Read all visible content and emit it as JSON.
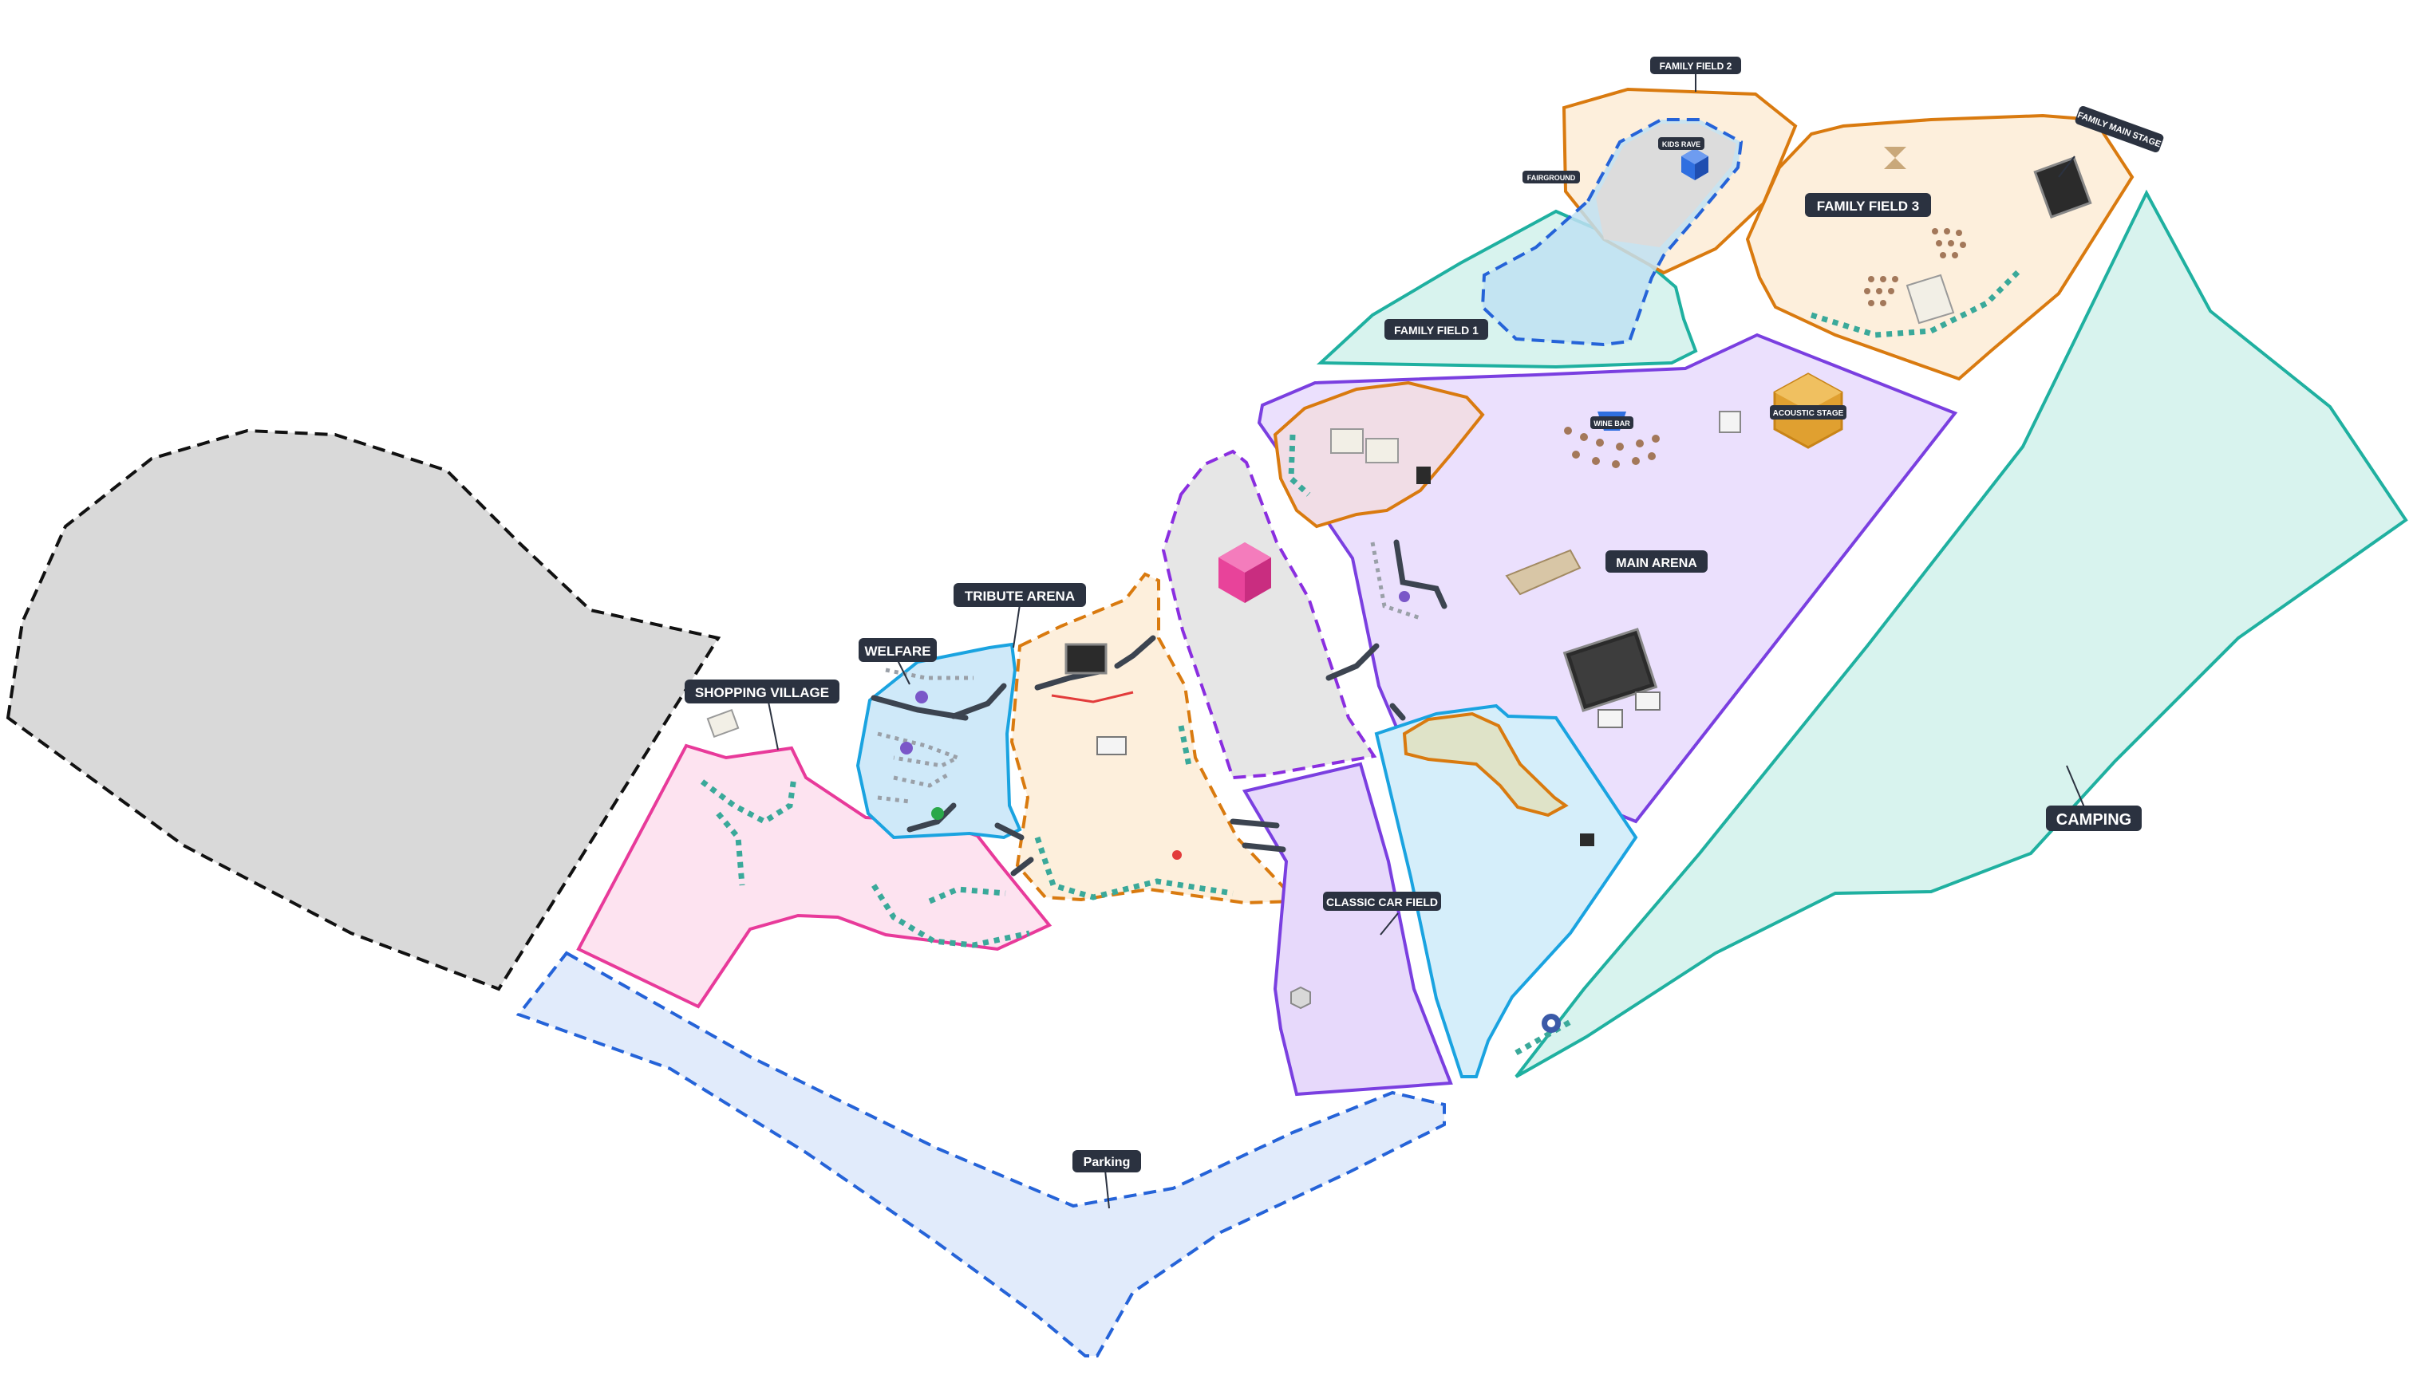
{
  "zones": [
    {
      "id": "shopping_village",
      "label": "SHOPPING VILLAGE",
      "fill": "#fde3f0",
      "stroke": "#e83a9a",
      "dashed": false
    },
    {
      "id": "welfare",
      "label": "WELFARE",
      "fill": "#cfe9f9",
      "stroke": "#1aa3e0",
      "dashed": false
    },
    {
      "id": "tribute_arena",
      "label": "TRIBUTE ARENA",
      "fill": "#fdefdc",
      "stroke": "#d97a0f",
      "dashed": true
    },
    {
      "id": "classic_car_field",
      "label": "CLASSIC CAR FIELD",
      "fill": "#e7d9fb",
      "stroke": "#7a3fe0",
      "dashed": false
    },
    {
      "id": "main_arena",
      "label": "MAIN ARENA",
      "fill": "#ebe0fd",
      "stroke": "#7a3fe0",
      "dashed": false
    },
    {
      "id": "family_field_1",
      "label": "FAMILY FIELD 1",
      "fill": "#d8f3ee",
      "stroke": "#1fb0a0",
      "dashed": false
    },
    {
      "id": "family_field_2",
      "label": "FAMILY FIELD 2",
      "fill": "#fdefdc",
      "stroke": "#d97a0f",
      "dashed": false
    },
    {
      "id": "family_field_3",
      "label": "FAMILY FIELD 3",
      "fill": "#fdefdc",
      "stroke": "#d97a0f",
      "dashed": false
    },
    {
      "id": "camping",
      "label": "CAMPING",
      "fill": "#d8f3ee",
      "stroke": "#1fb0a0",
      "dashed": false
    },
    {
      "id": "parking",
      "label": "Parking",
      "fill": "#e1ebfb",
      "stroke": "#2563d8",
      "dashed": true
    },
    {
      "id": "unlabeled_west",
      "label": "",
      "fill": "#d9d9d9",
      "stroke": "#111111",
      "dashed": true
    }
  ],
  "poi_labels": {
    "fairground": "FAIRGROUND",
    "kids_rave": "KIDS RAVE",
    "family_main_stage": "FAMILY MAIN STAGE",
    "wine_bar": "WINE BAR",
    "acoustic_stage": "ACOUSTIC STAGE"
  },
  "colors": {
    "label_bg": "#2b3240",
    "label_text": "#ffffff",
    "stage_dark": "#2b2b2b",
    "amenity_teal": "#3aa99a",
    "pink_cube": "#e8439a",
    "blue_cube": "#2f6fe0",
    "gold_hex": "#e0a030",
    "path_dark": "#3c4450"
  }
}
